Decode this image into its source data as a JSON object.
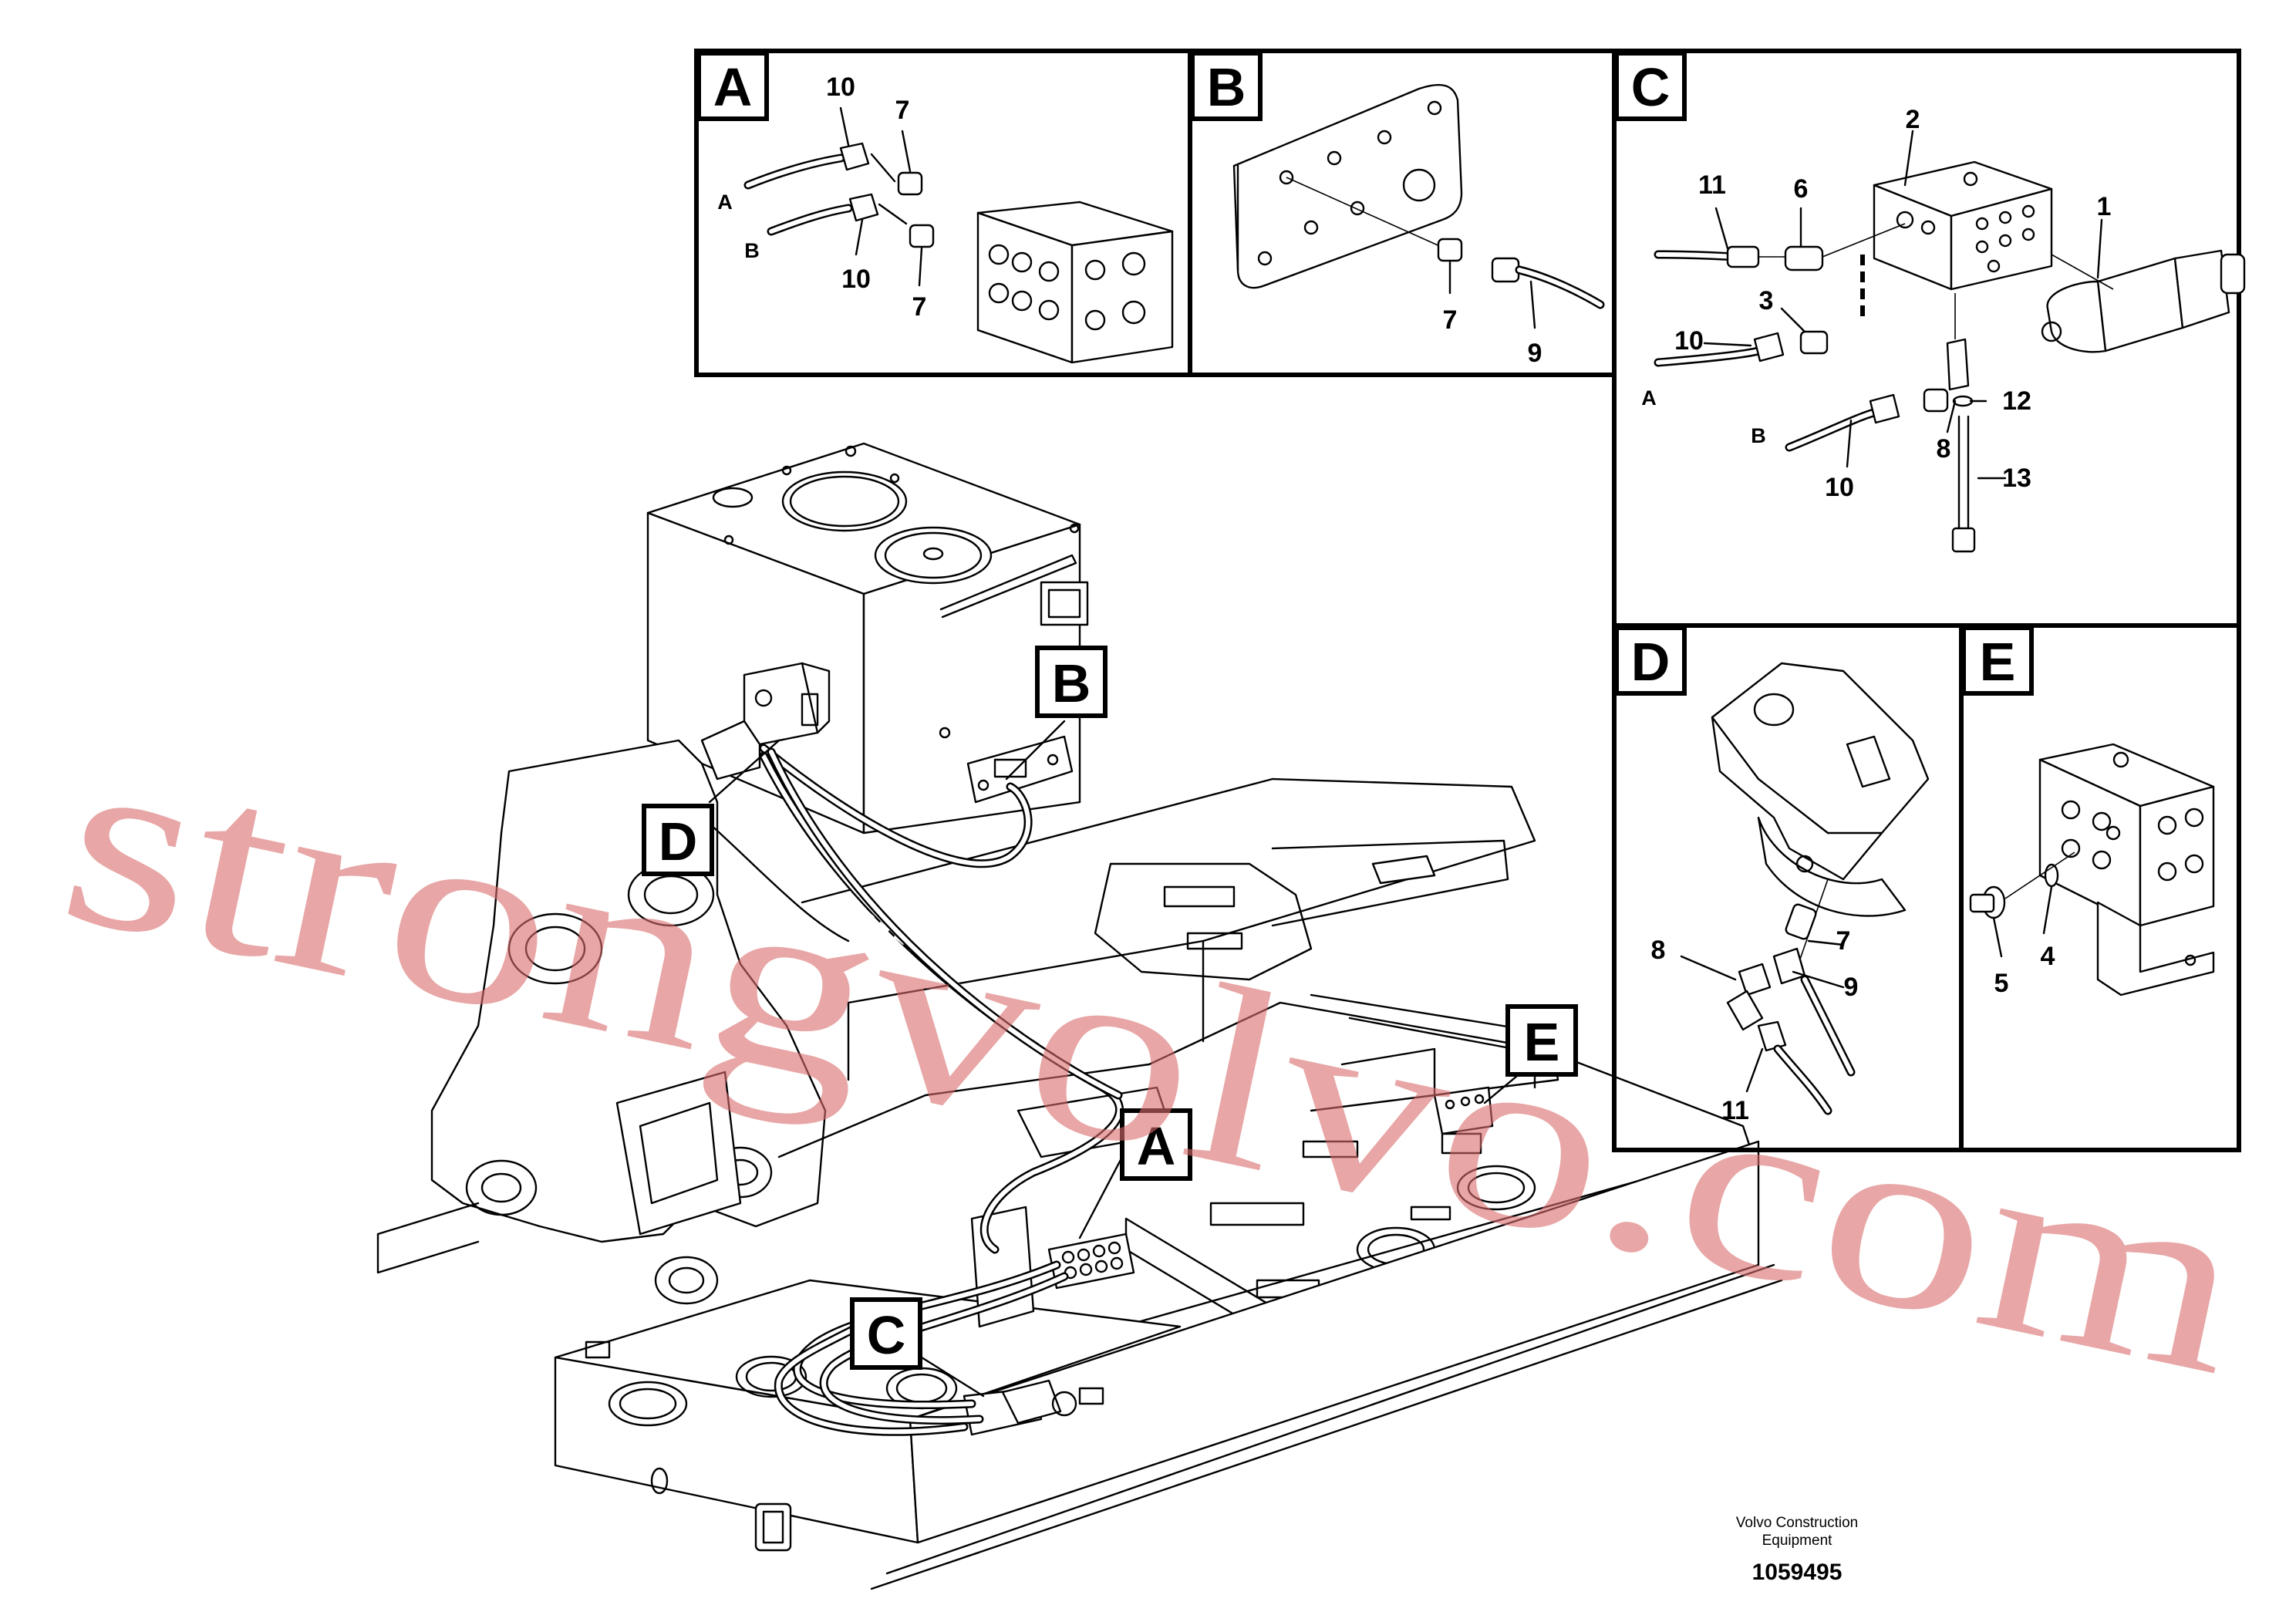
{
  "detail_tags": [
    "A",
    "B",
    "C",
    "D",
    "E"
  ],
  "callouts": {
    "A": [
      {
        "label": "10"
      },
      {
        "label": "7"
      },
      {
        "label": "A"
      },
      {
        "label": "B"
      },
      {
        "label": "10"
      },
      {
        "label": "7"
      }
    ],
    "B": [
      {
        "label": "7"
      },
      {
        "label": "9"
      }
    ],
    "C": [
      {
        "label": "2"
      },
      {
        "label": "1"
      },
      {
        "label": "11"
      },
      {
        "label": "6"
      },
      {
        "label": "3"
      },
      {
        "label": "10"
      },
      {
        "label": "A"
      },
      {
        "label": "12"
      },
      {
        "label": "B"
      },
      {
        "label": "8"
      },
      {
        "label": "13"
      },
      {
        "label": "10"
      }
    ],
    "D": [
      {
        "label": "7"
      },
      {
        "label": "8"
      },
      {
        "label": "9"
      },
      {
        "label": "11"
      }
    ],
    "E": [
      {
        "label": "5"
      },
      {
        "label": "4"
      }
    ]
  },
  "main_tags": [
    "B",
    "D",
    "A",
    "C",
    "E"
  ],
  "footer": {
    "company_line1": "Volvo Construction",
    "company_line2": "Equipment",
    "drawing_number": "1059495"
  },
  "watermark": "strongvolvo.com",
  "colors": {
    "watermark": "#d96b6b",
    "line": "#000000"
  }
}
